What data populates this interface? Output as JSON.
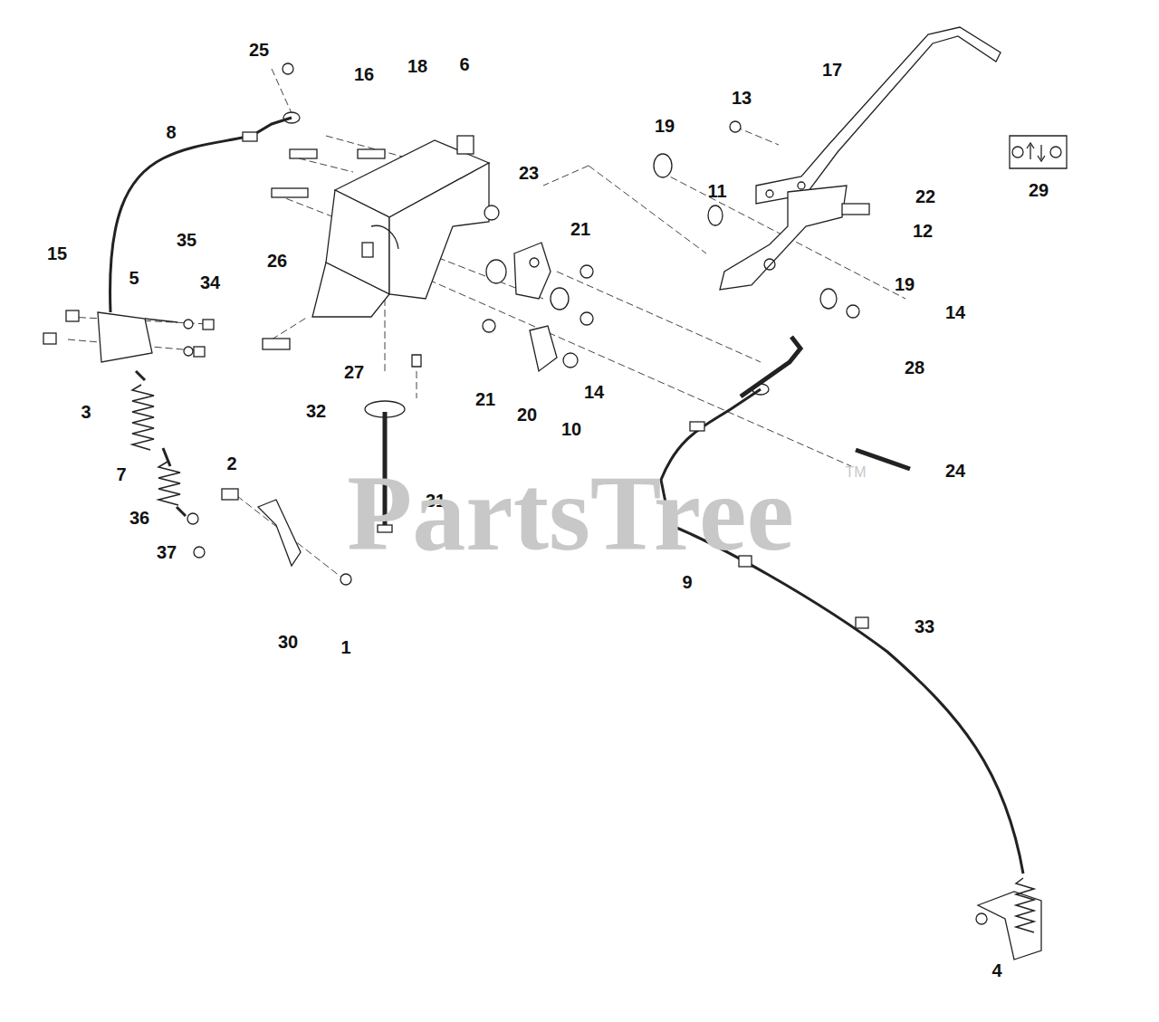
{
  "diagram": {
    "labels": [
      "25",
      "16",
      "18",
      "6",
      "17",
      "13",
      "19",
      "11",
      "29",
      "22",
      "8",
      "23",
      "21",
      "12",
      "15",
      "35",
      "34",
      "5",
      "26",
      "19",
      "14",
      "21",
      "14",
      "27",
      "28",
      "3",
      "32",
      "20",
      "10",
      "24",
      "7",
      "2",
      "31",
      "36",
      "37",
      "9",
      "33",
      "30",
      "1",
      "4",
      "PartsTree",
      "TM"
    ]
  }
}
